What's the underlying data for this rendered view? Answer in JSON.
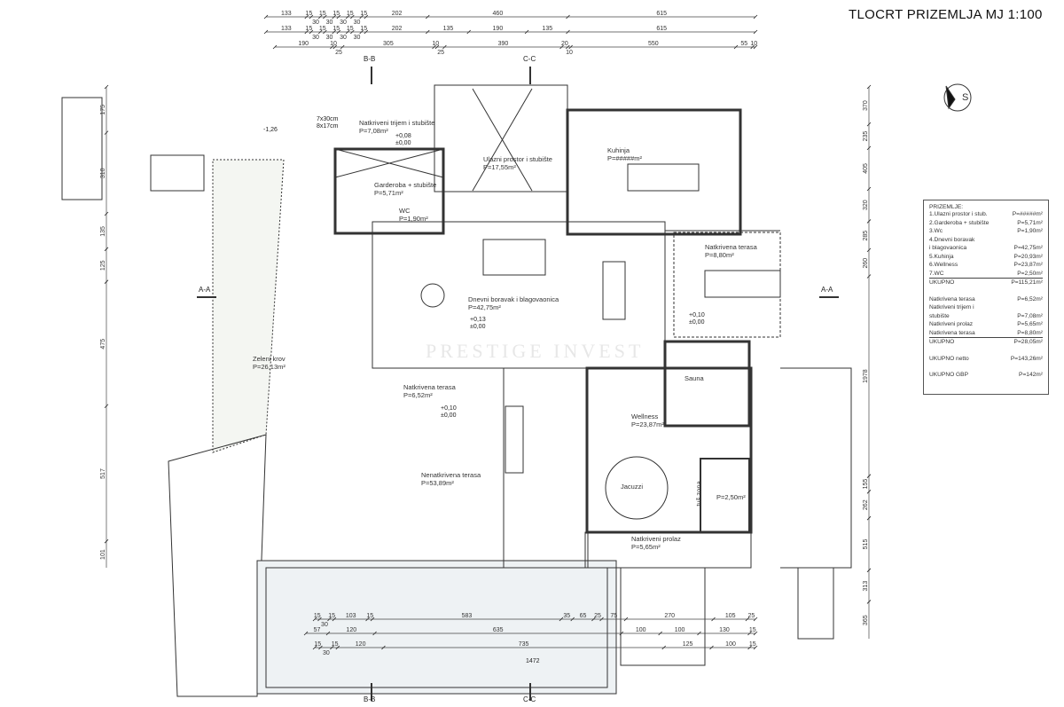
{
  "title": "TLOCRT PRIZEMLJA  MJ 1:100",
  "watermark": "PRESTIGE INVEST",
  "north_label": "S",
  "rooms": [
    {
      "name": "Natkriveni trijem i stubište",
      "area": "P=7,08m²"
    },
    {
      "name": "Ulazni prostor i stubište",
      "area": "P=17,55m²"
    },
    {
      "name": "Kuhinja",
      "area": "P=#####m²"
    },
    {
      "name": "Garderoba + stubište",
      "area": "P=5,71m²"
    },
    {
      "name": "WC",
      "area": "P=1,90m²"
    },
    {
      "name": "Dnevni boravak i blagovaonica",
      "area": "P=42,75m²"
    },
    {
      "name": "Natkrivena terasa",
      "area": "P=8,80m²"
    },
    {
      "name": "Zeleni krov",
      "area": "P=26,13m²"
    },
    {
      "name": "Natkrivena terasa",
      "area": "P=6,52m²"
    },
    {
      "name": "Sauna",
      "area": ""
    },
    {
      "name": "Wellness",
      "area": "P=23,87m²"
    },
    {
      "name": "Nenatkrivena terasa",
      "area": "P=53,89m²"
    },
    {
      "name": "Jacuzzi",
      "area": ""
    },
    {
      "name": "tuš zona",
      "area": ""
    },
    {
      "name": "",
      "area": "P=2,50m²"
    },
    {
      "name": "Natkriveni prolaz",
      "area": "P=5,65m²"
    }
  ],
  "levels": [
    {
      "top": "+0,08",
      "bottom": "±0,00"
    },
    {
      "top": "-1,26",
      "bottom": ""
    },
    {
      "top": "+0,13",
      "bottom": "±0,00"
    },
    {
      "top": "+0,10",
      "bottom": "±0,00"
    },
    {
      "top": "+0,10",
      "bottom": "±0,00"
    }
  ],
  "sections": {
    "a": "A-A",
    "b": "B-B",
    "c": "C-C"
  },
  "stair_note": "7x30cm 8x17cm",
  "pool_length": "1472",
  "dimensions": {
    "top_rows": [
      [
        "133",
        "15",
        "30",
        "15",
        "30",
        "15",
        "30",
        "15",
        "30",
        "15",
        "202",
        "460",
        "615"
      ],
      [
        "133",
        "15",
        "30",
        "15",
        "30",
        "15",
        "30",
        "15",
        "30",
        "15",
        "202",
        "135",
        "190",
        "135",
        "615"
      ],
      [
        "190",
        "10",
        "25",
        "305",
        "10",
        "25",
        "390",
        "20",
        "10",
        "550",
        "55",
        "10"
      ]
    ],
    "bottom_rows": [
      [
        "15",
        "30",
        "15",
        "103",
        "15",
        "583",
        "35",
        "65",
        "25",
        "75",
        "270",
        "105",
        "25"
      ],
      [
        "57",
        "120",
        "635",
        "100",
        "100",
        "130",
        "15"
      ],
      [
        "15",
        "30",
        "15",
        "120",
        "735",
        "125",
        "100",
        "15"
      ]
    ],
    "left_col": [
      "175",
      "310",
      "135",
      "125",
      "475",
      "517",
      "101"
    ],
    "right_col": [
      "370",
      "235",
      "405",
      "320",
      "285",
      "260",
      "1978",
      "155",
      "262",
      "515",
      "313",
      "365"
    ]
  },
  "legend": {
    "heading": "PRIZEMLJE:",
    "rows": [
      {
        "label": "1.Ulazni prostor i stub.",
        "value": "P=#####m²"
      },
      {
        "label": "2.Garderoba + stubište",
        "value": "P=5,71m²"
      },
      {
        "label": "3.Wc",
        "value": "P=1,90m²"
      },
      {
        "label": "4.Dnevni boravak",
        "value": ""
      },
      {
        "label": "i blagovaonica",
        "value": "P=42,75m²"
      },
      {
        "label": "5.Kuhinja",
        "value": "P=20,93m²"
      },
      {
        "label": "6.Wellness",
        "value": "P=23,87m²"
      },
      {
        "label": "7.WC",
        "value": "P=2,50m²"
      },
      {
        "label": "UKUPNO",
        "value": "P=115,21m²"
      },
      {
        "label": "Natkrivena terasa",
        "value": "P=6,52m²"
      },
      {
        "label": "Natkriveni trijem i",
        "value": ""
      },
      {
        "label": "stubište",
        "value": "P=7,08m²"
      },
      {
        "label": "Natkriveni prolaz",
        "value": "P=5,65m²"
      },
      {
        "label": "Natkrivena terasa",
        "value": "P=8,80m²"
      },
      {
        "label": "UKUPNO",
        "value": "P=28,05m²"
      },
      {
        "label": "UKUPNO netto",
        "value": "P=143,26m²"
      },
      {
        "label": "UKUPNO GBP",
        "value": "P=142m²"
      }
    ]
  }
}
